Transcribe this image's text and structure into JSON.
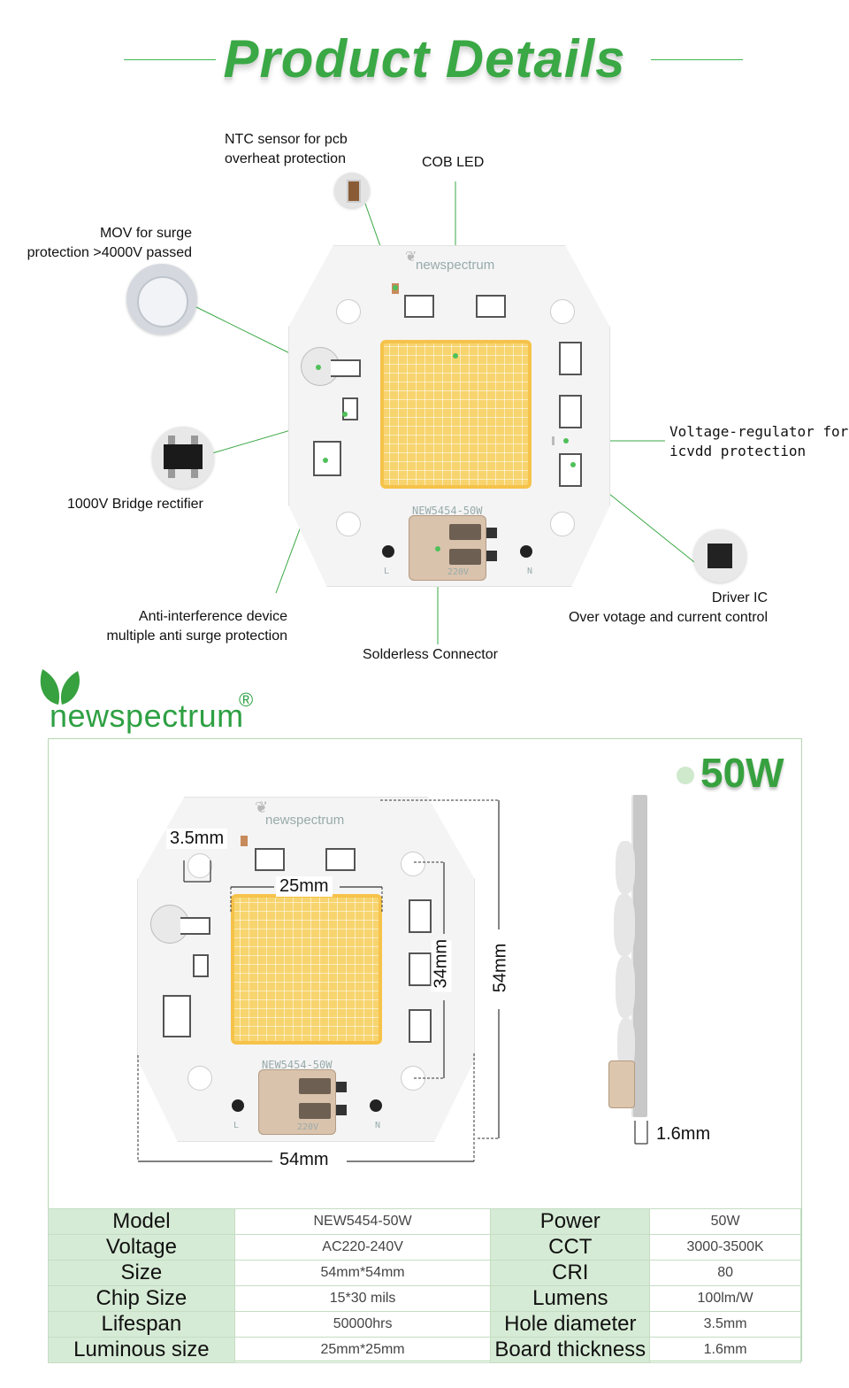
{
  "header": {
    "title": "Product Details"
  },
  "callouts": {
    "ntc": [
      "NTC sensor for pcb",
      "overheat protection"
    ],
    "cob": "COB LED",
    "mov": [
      "MOV for surge",
      "protection >4000V passed"
    ],
    "regulator": [
      "Voltage-regulator for",
      "icvdd protection"
    ],
    "bridge": "1000V Bridge rectifier",
    "driver": [
      "Driver IC",
      "Over votage and current control"
    ],
    "anti": [
      "Anti-interference device",
      "multiple anti surge protection"
    ],
    "connector": "Solderless Connector"
  },
  "board_silk": {
    "brand": "newspectrum",
    "model": "NEW5454-50W",
    "voltage": "220V",
    "l": "L",
    "n": "N"
  },
  "brand": {
    "name": "newspectrum",
    "reg": "®"
  },
  "dimensions": {
    "watt": "50W",
    "pad": "3.5mm",
    "cob": "25mm",
    "holes": "34mm",
    "height": "54mm",
    "width": "54mm",
    "thickness": "1.6mm"
  },
  "specs": [
    [
      "Model",
      "NEW5454-50W",
      "Power",
      "50W"
    ],
    [
      "Voltage",
      "AC220-240V",
      "CCT",
      "3000-3500K"
    ],
    [
      "Size",
      "54mm*54mm",
      "CRI",
      "80"
    ],
    [
      "Chip Size",
      "15*30 mils",
      "Lumens",
      "100lm/W"
    ],
    [
      "Lifespan",
      "50000hrs",
      "Hole diameter",
      "3.5mm"
    ],
    [
      "Luminous size",
      "25mm*25mm",
      "Board thickness",
      "1.6mm"
    ]
  ],
  "colors": {
    "accent": "#3aa845",
    "cob": "#f7d46e",
    "table_header": "#d6ebd5"
  }
}
